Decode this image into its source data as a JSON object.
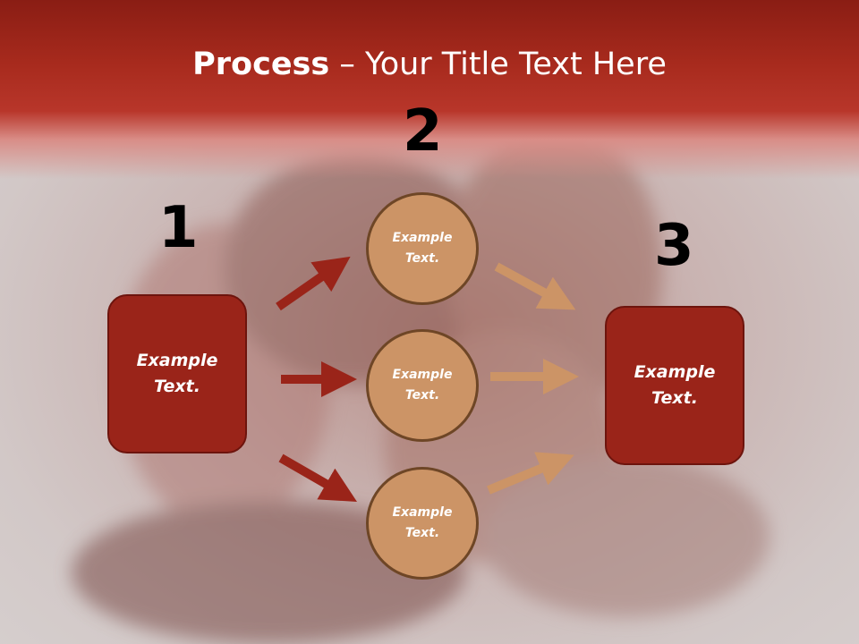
{
  "header": {
    "title_bold": "Process",
    "title_rest": " – Your Title Text Here"
  },
  "steps": {
    "one": "1",
    "two": "2",
    "three": "3"
  },
  "left_box": {
    "text": "Example Text."
  },
  "right_box": {
    "text": "Example Text."
  },
  "circles": [
    {
      "text": "Example Text."
    },
    {
      "text": "Example Text."
    },
    {
      "text": "Example Text."
    }
  ],
  "colors": {
    "header": "#a72a1d",
    "box_fill": "#9a2419",
    "circle_fill": "#cc9466",
    "arrow_dark": "#9a2419",
    "arrow_light": "#cc9466"
  }
}
